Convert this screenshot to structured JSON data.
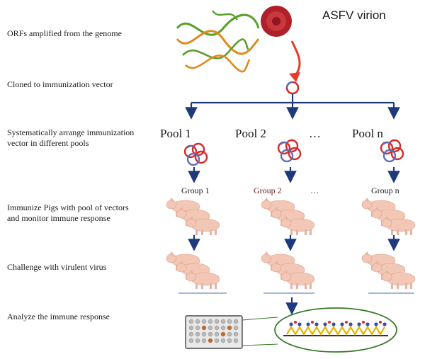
{
  "title": "ASFV virion",
  "steps": [
    "ORFs amplified from the genome",
    "Cloned to immunization  vector",
    "Systematically arrange immunization",
    "vector in different pools",
    "Immunize Pigs with pool of vectors",
    "and monitor immune response",
    "Challenge with virulent virus",
    "Analyze the immune response"
  ],
  "pools": [
    "Pool 1",
    "Pool 2",
    "…",
    "Pool n"
  ],
  "groups": [
    "Group  1",
    "Group 2",
    "…",
    "Group  n"
  ],
  "colors": {
    "arrow": "#1f3a7a",
    "virion": "#b0202a",
    "dna_green": "#5aa02c",
    "dna_orange": "#e08a1e",
    "plasmid_red": "#d62b2b",
    "plasmid_blue": "#5d6fb8",
    "pig": "#f2c7b5",
    "ellipse": "#3b7a2b",
    "group2": "#6b1a1a"
  }
}
